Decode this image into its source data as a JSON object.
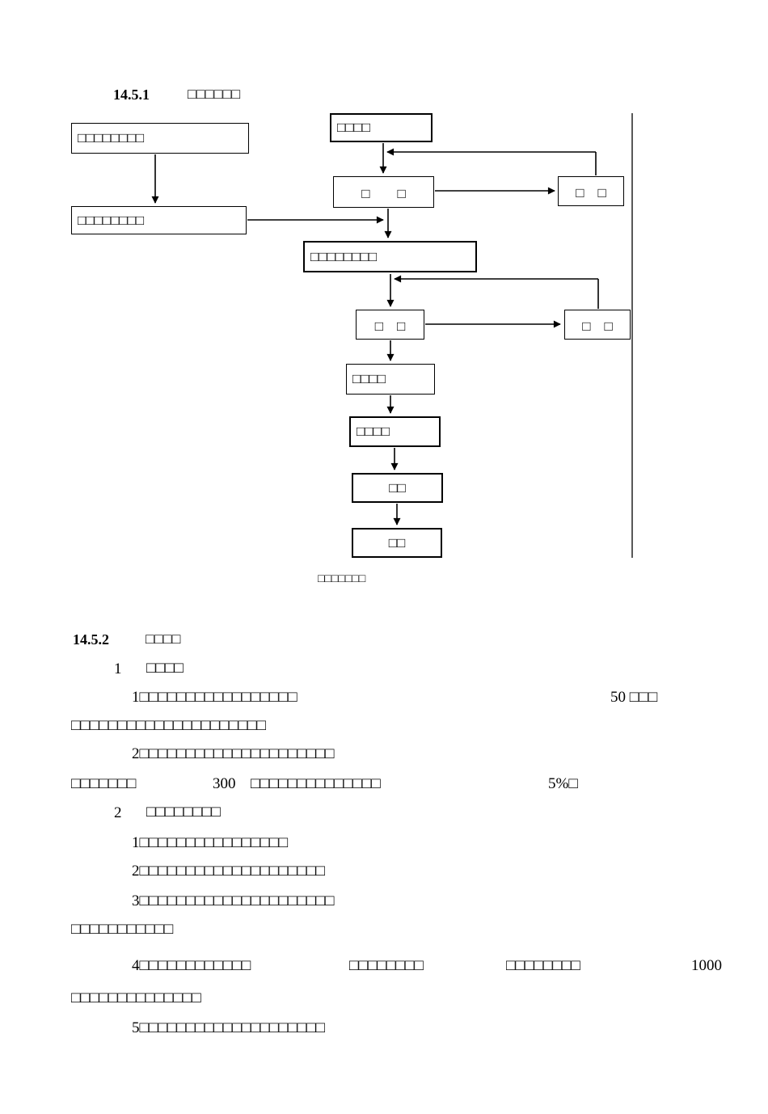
{
  "page_background": "#ffffff",
  "text_color": "#000000",
  "sections": {
    "s1_number": "14.5.1",
    "s1_title": "□□□□□□",
    "s2_number": "14.5.2",
    "s2_title": "□□□□"
  },
  "flowchart": {
    "caption": "□□□□□□□",
    "boxes": {
      "left_top": "□□□□□□□□",
      "left_bottom": "□□□□□□□□",
      "top": "□□□□",
      "review1": "□　　□",
      "side1": "□　□",
      "wide": "□□□□□□□□",
      "review2": "□　□",
      "side2": "□　□",
      "step1": "□□□□",
      "step2": "□□□□",
      "step3": "□□",
      "step4": "□□"
    }
  },
  "body": {
    "item1_number": "1",
    "item1_title": "□□□□",
    "clause1_1_left": "1□□□□□□□□□□□□□□□□□",
    "clause1_1_right": "50 □□□",
    "clause1_1_cont": "□□□□□□□□□□□□□□□□□□□□□",
    "clause1_2": "2□□□□□□□□□□□□□□□□□□□□□",
    "clause1_2_cont_a": "□□□□□□□",
    "clause1_2_cont_b": "300",
    "clause1_2_cont_c": "□□□□□□□□□□□□□□",
    "clause1_2_cont_d": "5%□",
    "item2_number": "2",
    "item2_title": "□□□□□□□□",
    "clause2_1": "1□□□□□□□□□□□□□□□□",
    "clause2_2": "2□□□□□□□□□□□□□□□□□□□□",
    "clause2_3": "3□□□□□□□□□□□□□□□□□□□□□",
    "clause2_3_cont": "□□□□□□□□□□□",
    "clause2_4_a": "4□□□□□□□□□□□□",
    "clause2_4_b": "□□□□□□□□",
    "clause2_4_c": "□□□□□□□□",
    "clause2_4_d": "1000",
    "clause2_4_cont": "□□□□□□□□□□□□□□",
    "clause2_5": "5□□□□□□□□□□□□□□□□□□□□"
  }
}
